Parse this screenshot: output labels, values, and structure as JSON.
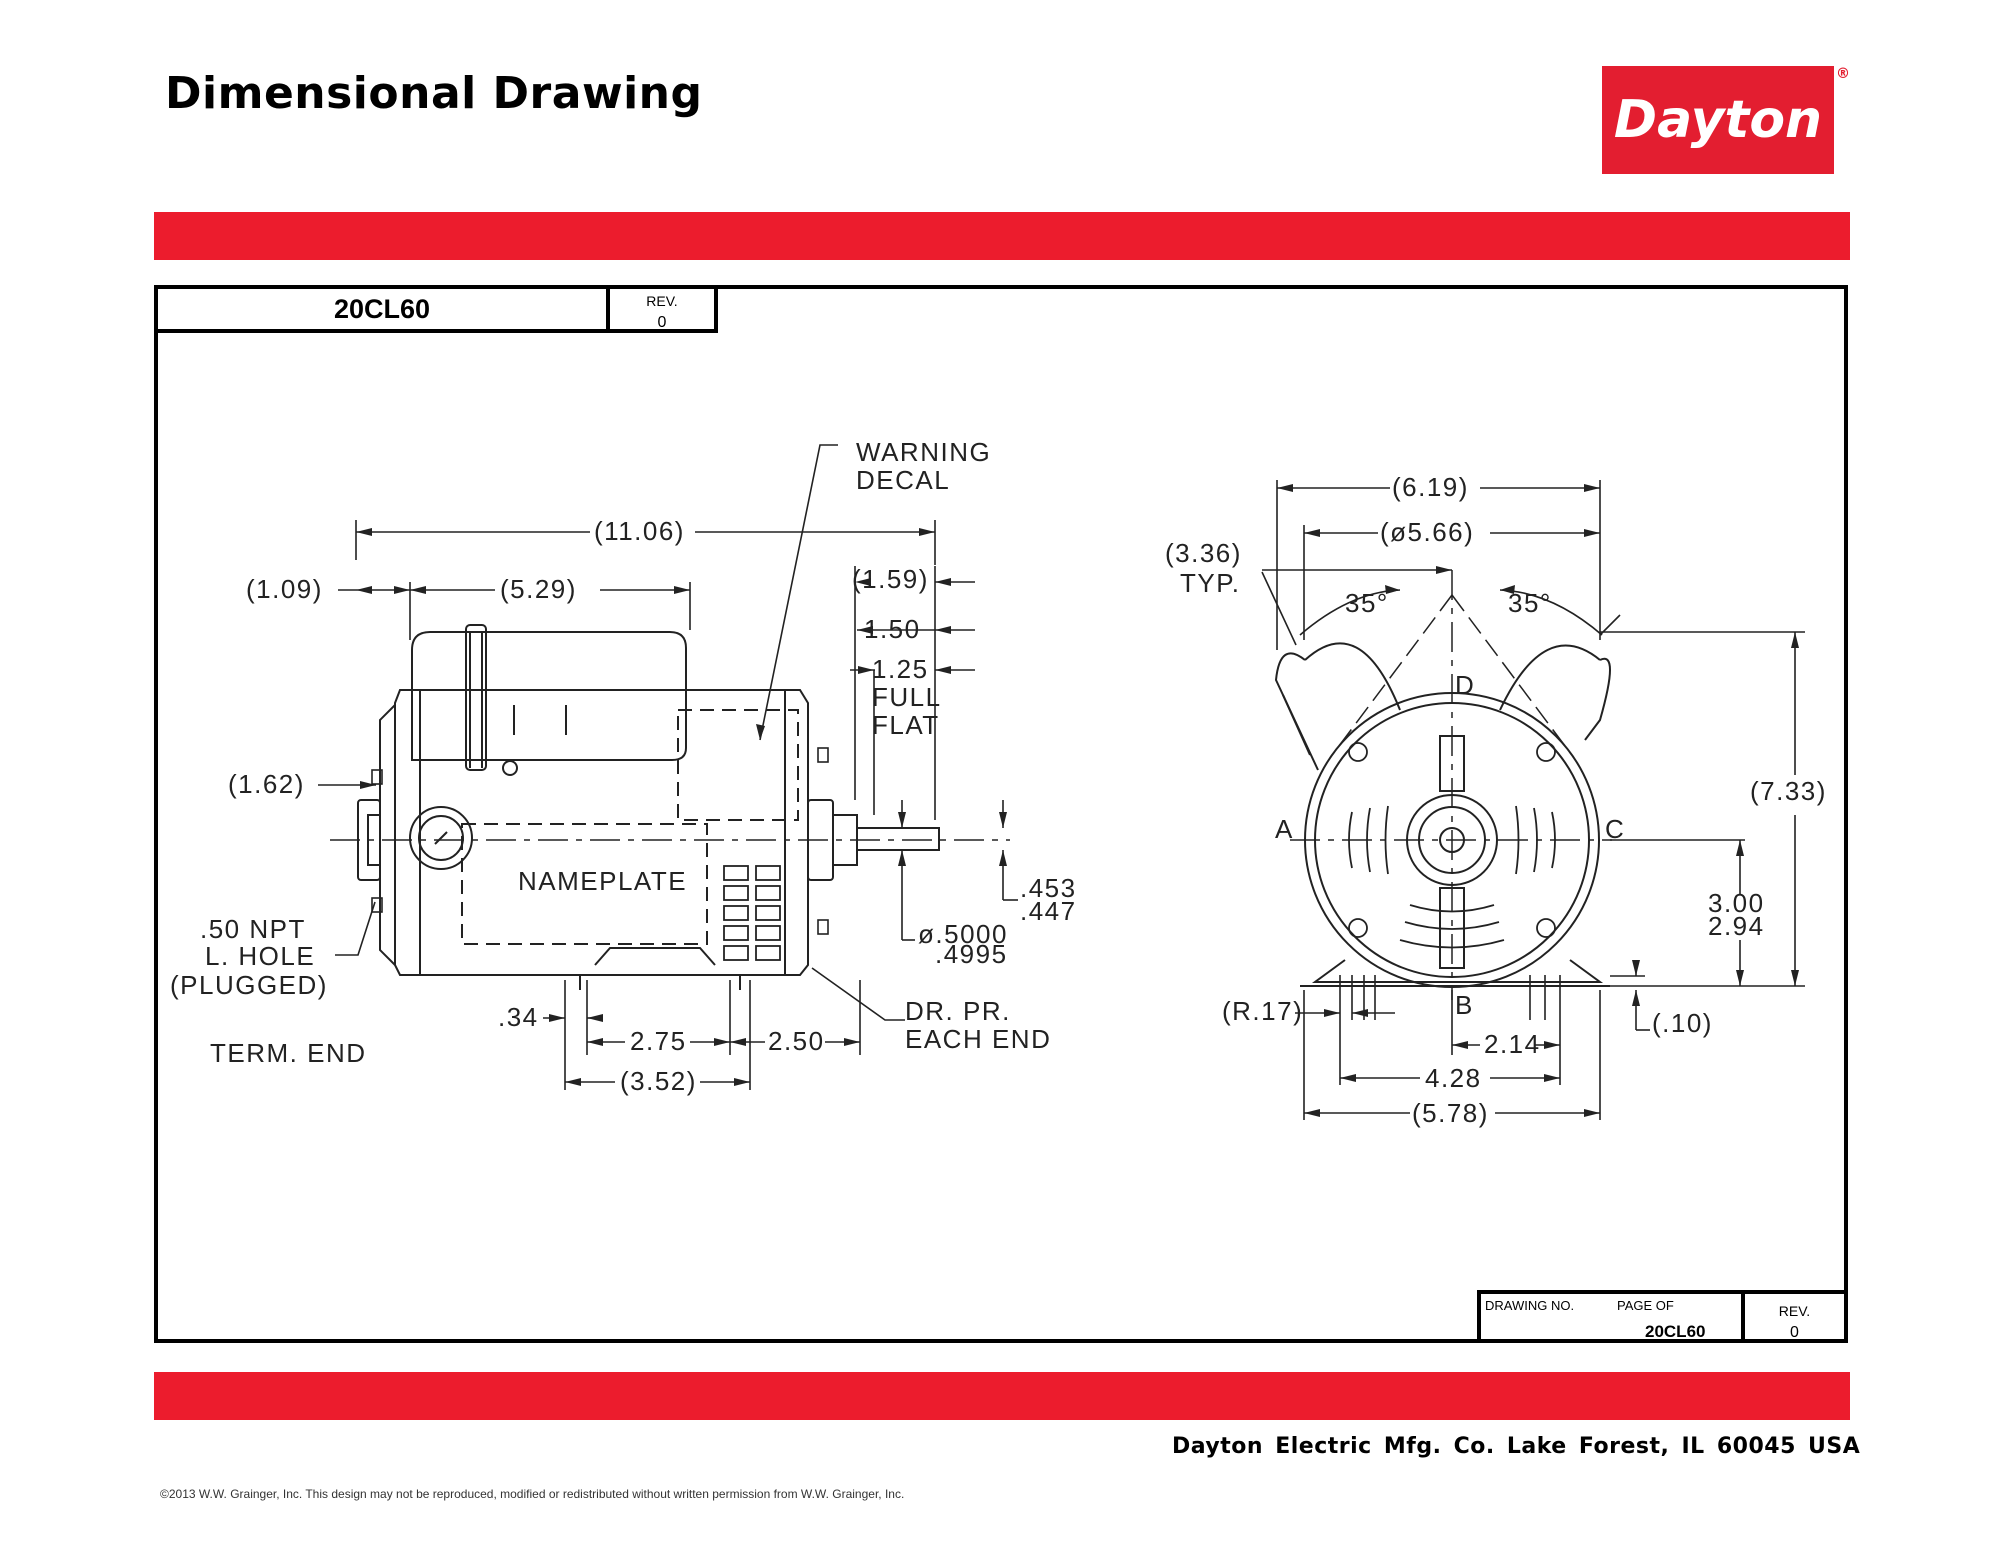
{
  "header": {
    "title": "Dimensional Drawing",
    "logo_text": "Dayton",
    "logo_reg": "®"
  },
  "title_block": {
    "model": "20CL60",
    "rev_label": "REV.",
    "rev_value": "0"
  },
  "footer_block": {
    "drawing_no_label": "DRAWING NO.",
    "page_of_label": "PAGE   OF",
    "drawing_no": "20CL60",
    "rev_label": "REV.",
    "rev_value": "0"
  },
  "company_line": "Dayton Electric Mfg. Co.  Lake Forest, IL  60045  USA",
  "copyright": "©2013 W.W. Grainger, Inc.   This design may not be reproduced, modified or redistributed without written permission from W.W. Grainger, Inc.",
  "side_view": {
    "overall_length": "(11.06)",
    "end_to_box": "(1.09)",
    "box_length": "(5.29)",
    "shaft_159": "(1.59)",
    "shaft_150": "1.50",
    "flat_125": "1.25",
    "flat_full": "FULL",
    "flat_flat": "FLAT",
    "hole_height": "(1.62)",
    "warning_line1": "WARNING",
    "warning_line2": "DECAL",
    "nameplate": "NAMEPLATE",
    "npt_line1": ".50 NPT",
    "npt_line2": "L. HOLE",
    "npt_line3": "(PLUGGED)",
    "term_end": "TERM.  END",
    "dim_34": ".34",
    "dim_275": "2.75",
    "dim_250": "2.50",
    "dim_352": "(3.52)",
    "dr_line1": "DR.  PR.",
    "dr_line2": "EACH  END",
    "dim_453": ".453",
    "dim_447": ".447",
    "dia_5000": "ø.5000",
    "dia_4995": ".4995"
  },
  "end_view": {
    "dim_619": "(6.19)",
    "dim_566": "(ø5.66)",
    "dim_336": "(3.36)",
    "typ": "TYP.",
    "angle_left": "35°",
    "angle_right": "35°",
    "label_a": "A",
    "label_b": "B",
    "label_c": "C",
    "label_d": "D",
    "dim_733": "(7.33)",
    "dim_300": "3.00",
    "dim_294": "2.94",
    "dim_r17": "(R.17)",
    "dim_010": "(.10)",
    "dim_214": "2.14",
    "dim_428": "4.28",
    "dim_578": "(5.78)"
  }
}
